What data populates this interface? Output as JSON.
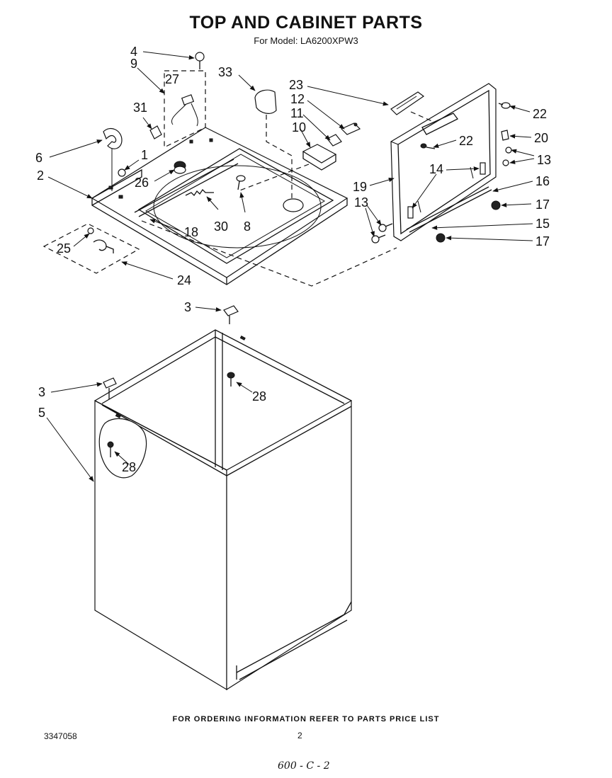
{
  "title": "TOP AND CABINET PARTS",
  "subtitle": "For Model: LA6200XPW3",
  "footer_note": "FOR ORDERING INFORMATION REFER TO PARTS PRICE LIST",
  "document_number": "3347058",
  "page_number": "2",
  "handwritten_note": "600 - C - 2",
  "callouts": {
    "c4": "4",
    "c9": "9",
    "c27": "27",
    "c33": "33",
    "c31": "31",
    "c6": "6",
    "c1": "1",
    "c2": "2",
    "c26": "26",
    "c30": "30",
    "c8": "8",
    "c18": "18",
    "c25": "25",
    "c24": "24",
    "c23": "23",
    "c12": "12",
    "c11": "11",
    "c10": "10",
    "c22a": "22",
    "c22b": "22",
    "c20": "20",
    "c13a": "13",
    "c13b": "13",
    "c14": "14",
    "c16": "16",
    "c19": "19",
    "c17a": "17",
    "c17b": "17",
    "c15": "15",
    "c3a": "3",
    "c3b": "3",
    "c28a": "28",
    "c28b": "28",
    "c5": "5"
  }
}
